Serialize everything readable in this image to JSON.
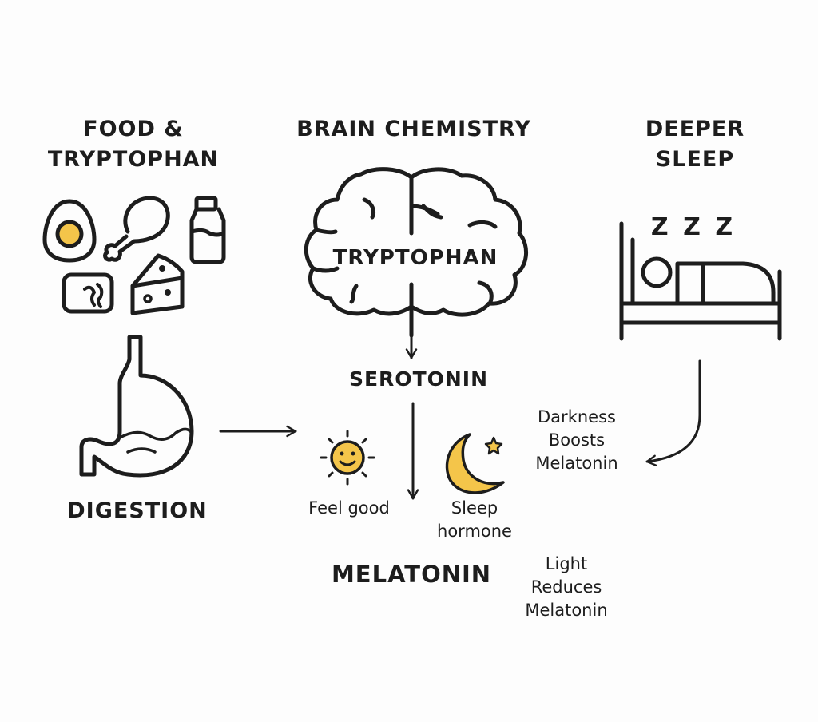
{
  "columns": {
    "food": {
      "title_line1": "FOOD &",
      "title_line2": "TRYPTOPHAN"
    },
    "brain": {
      "title": "BRAIN CHEMISTRY",
      "brain_label": "TRYPTOPHAN"
    },
    "sleep": {
      "title_line1": "DEEPER",
      "title_line2": "SLEEP",
      "zzz": "Z Z Z"
    }
  },
  "steps": {
    "digestion": "DIGESTION",
    "serotonin": "SEROTONIN",
    "melatonin": "MELATONIN"
  },
  "captions": {
    "feel_good": "Feel good",
    "sleep_hormone_line1": "Sleep",
    "sleep_hormone_line2": "hormone",
    "darkness": [
      "Darkness",
      "Boosts",
      "Melatonin"
    ],
    "light": [
      "Light",
      "Reduces",
      "Melatonin"
    ]
  },
  "colors": {
    "accent": "#F4C54A",
    "stroke": "#1d1d1d"
  }
}
